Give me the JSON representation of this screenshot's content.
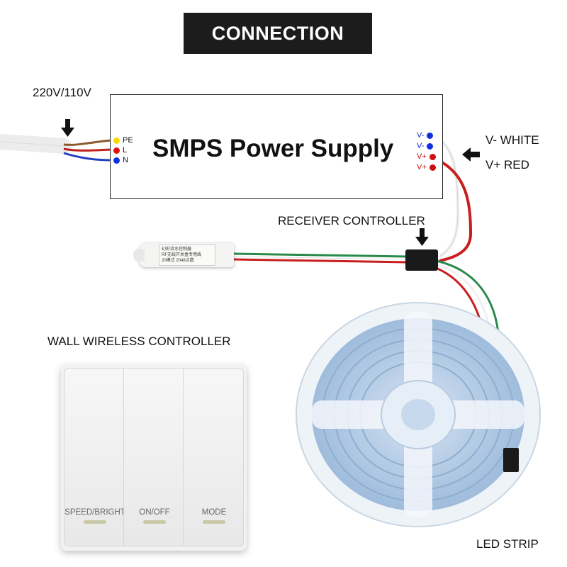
{
  "title": "CONNECTION",
  "input_voltage_label": "220V/110V",
  "power_supply": {
    "name": "SMPS Power Supply",
    "input_terminals": [
      {
        "label": "PE",
        "color": "#f5d800"
      },
      {
        "label": "L",
        "color": "#e01010"
      },
      {
        "label": "N",
        "color": "#1030e0"
      }
    ],
    "output_terminals": [
      {
        "label": "V-",
        "color": "#1030e0"
      },
      {
        "label": "V-",
        "color": "#1030e0"
      },
      {
        "label": "V+",
        "color": "#cc1010"
      },
      {
        "label": "V+",
        "color": "#cc1010"
      }
    ]
  },
  "output_labels": {
    "v_minus": "V- WHITE",
    "v_plus": "V+ RED"
  },
  "receiver_controller_label": "RECEIVER CONTROLLER",
  "receiver_text": {
    "line1": "幻彩流水控制器",
    "line2": "RF无线开关盒专用线",
    "line3": "20模式 2048点数"
  },
  "wall_controller": {
    "label": "WALL WIRELESS CONTROLLER",
    "keys": [
      "SPEED/BRIGHT",
      "ON/OFF",
      "MODE"
    ]
  },
  "led_strip_label": "LED STRIP",
  "colors": {
    "title_bg": "#1c1c1c",
    "wire_white": "#f4f4f4",
    "wire_red": "#d02020",
    "wire_green": "#2a8a4a",
    "wire_black": "#222222",
    "strip_blue": "#a8c4e4"
  }
}
